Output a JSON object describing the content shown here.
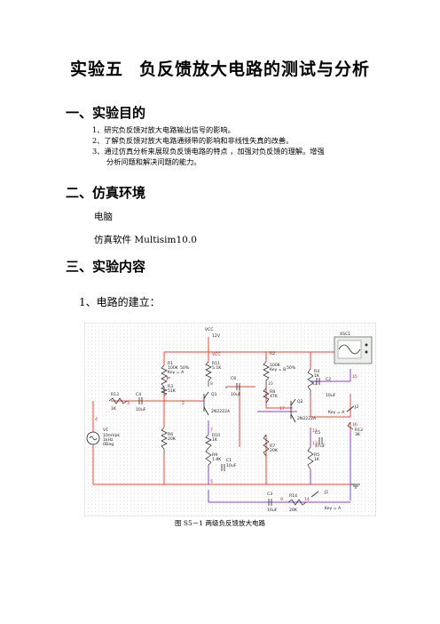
{
  "title_part1": "实验五",
  "title_part2": "负反馈放大电路的测试与分析",
  "sections": [
    {
      "heading": "一、实验目的"
    },
    {
      "heading": "二、仿真环境"
    },
    {
      "heading": "三、实验内容"
    }
  ],
  "objectives": [
    "1、研究负反馈对放大电路输出信号的影响。",
    "2、了解负反馈对放大电路通频带的影响和非线性失真的改善。",
    "3、通过仿真分析来展现负反馈电路的特点 ，加强对负反馈的理解。增强",
    "分析问题和解决问题的能力。"
  ],
  "environment": [
    "电脑",
    "仿真软件 Multisim10.0"
  ],
  "step1": "1、电路的建立：",
  "schematic": {
    "vcc_label": "VCC",
    "vcc_value": "12V",
    "vcc_node": "VCC",
    "xsc": "XSC1",
    "q1": "Q1",
    "q1_model": "2N2222A",
    "q2": "Q2",
    "q2_model": "2N2222A",
    "r1": "R1",
    "r1_val": "100K",
    "r1_key": "Key = A",
    "r1_pct": "50%",
    "r2": "R2",
    "r2_val": "100K",
    "r2_key": "Key = B",
    "r2_pct": "50%",
    "r3": "R3",
    "r3_val": "51K",
    "r4": "R4",
    "r4_val": "1K",
    "r5": "R5",
    "r5_val": "1K",
    "r6": "R6",
    "r6_val": "20K",
    "r7": "R7",
    "r7_val": "20K",
    "r8": "R8",
    "r8_val": "47K",
    "r9": "R9",
    "r9_val": "1.8K",
    "r10": "R10",
    "r10_val": "1K",
    "r11": "R11",
    "r11_val": "5.1K",
    "r12": "R12",
    "r12_val": "3K",
    "r13": "R13",
    "r13_val": "1K",
    "r14": "R14",
    "r14_val": "20K",
    "c1": "C1",
    "c1_val": "10uF",
    "c2": "C2",
    "c2_val": "10uF",
    "c3": "C3",
    "c3_val": "10uF",
    "c4": "C4",
    "c4_val": "10uF",
    "c5": "C5",
    "c5_val": "47uF",
    "c6": "C6",
    "c6_val": "10uF",
    "j1": "J1",
    "j1_key": "Key = A",
    "j2": "J2",
    "j2_key": "Key = A",
    "v1": "V1",
    "v1_amp": "10mVpk",
    "v1_freq": "1kHz",
    "v1_phase": "0Deg",
    "nodes": [
      "1",
      "2",
      "3",
      "4",
      "5",
      "7",
      "8",
      "9",
      "10",
      "11",
      "12",
      "13",
      "14",
      "15",
      "16",
      "17"
    ]
  },
  "caption": "图 S5－1 两级负反馈放大电路"
}
